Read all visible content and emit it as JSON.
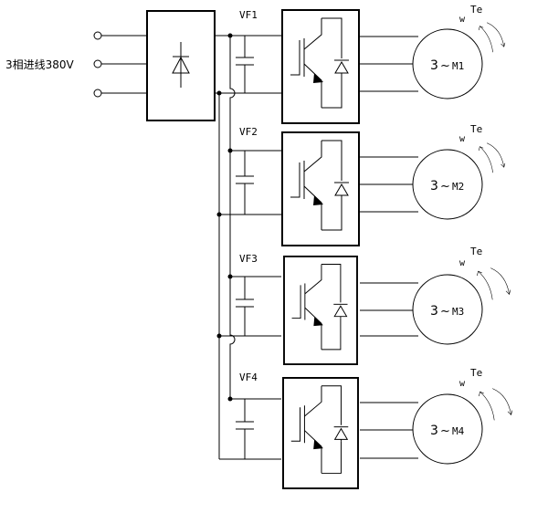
{
  "input_label": "3相进线380V",
  "drives": [
    {
      "vf_label": "VF1",
      "motor_num": "3",
      "motor_tilde": "~",
      "motor_name": "M1",
      "te_label": "Te",
      "w_label": "w"
    },
    {
      "vf_label": "VF2",
      "motor_num": "3",
      "motor_tilde": "~",
      "motor_name": "M2",
      "te_label": "Te",
      "w_label": "w"
    },
    {
      "vf_label": "VF3",
      "motor_num": "3",
      "motor_tilde": "~",
      "motor_name": "M3",
      "te_label": "Te",
      "w_label": "w"
    },
    {
      "vf_label": "VF4",
      "motor_num": "3",
      "motor_tilde": "~",
      "motor_name": "M4",
      "te_label": "Te",
      "w_label": "w"
    }
  ],
  "icons": {
    "rectifier": "diode-icon",
    "inverter": "igbt-icon",
    "capacitor": "capacitor-icon",
    "motor": "motor-icon",
    "rotation": "rotation-arrow-icon"
  }
}
